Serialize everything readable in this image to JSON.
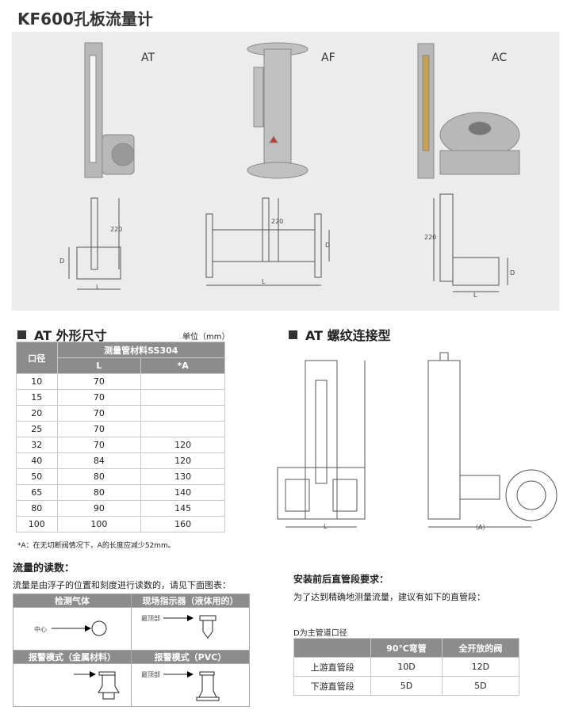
{
  "title": "KF600孔板流量计",
  "models": [
    "AT",
    "AF",
    "AC"
  ],
  "dims": {
    "D": "D",
    "L": "L",
    "h": "220"
  },
  "at_section": {
    "title": "AT 外形尺寸",
    "unit": "单位（mm）",
    "headers": {
      "bore": "口径",
      "material": "测量管材料SS304",
      "L": "L",
      "A": "*A"
    },
    "rows": [
      [
        "10",
        "70",
        ""
      ],
      [
        "15",
        "70",
        ""
      ],
      [
        "20",
        "70",
        ""
      ],
      [
        "25",
        "70",
        ""
      ],
      [
        "32",
        "70",
        "120"
      ],
      [
        "40",
        "84",
        "120"
      ],
      [
        "50",
        "80",
        "130"
      ],
      [
        "65",
        "80",
        "140"
      ],
      [
        "80",
        "90",
        "145"
      ],
      [
        "100",
        "100",
        "160"
      ]
    ],
    "note": "*A：在无切断阀情况下，A的长度应减少52mm。"
  },
  "thread_section": {
    "title": "AT 螺纹连接型",
    "L": "L",
    "A": "（A）"
  },
  "reading": {
    "title": "流量的读数：",
    "desc": "流量是由浮子的位置和刻度进行读数的，请见下面图表：",
    "cells": [
      {
        "header": "检测气体",
        "label": "中心"
      },
      {
        "header": "现场指示器（液体用的）",
        "label": "最顶部"
      },
      {
        "header": "报警模式（金属材料）",
        "label": ""
      },
      {
        "header": "报警模式（PVC）",
        "label": "最顶部"
      }
    ]
  },
  "install": {
    "title": "安装前后直管段要求：",
    "desc": "为了达到精确地测量流量，建议有如下的直管段：",
    "note": "D为主管道口径",
    "headers": [
      "",
      "90℃弯管",
      "全开放的阀"
    ],
    "rows": [
      [
        "上游直管段",
        "10D",
        "12D"
      ],
      [
        "下游直管段",
        "5D",
        "5D"
      ]
    ]
  }
}
